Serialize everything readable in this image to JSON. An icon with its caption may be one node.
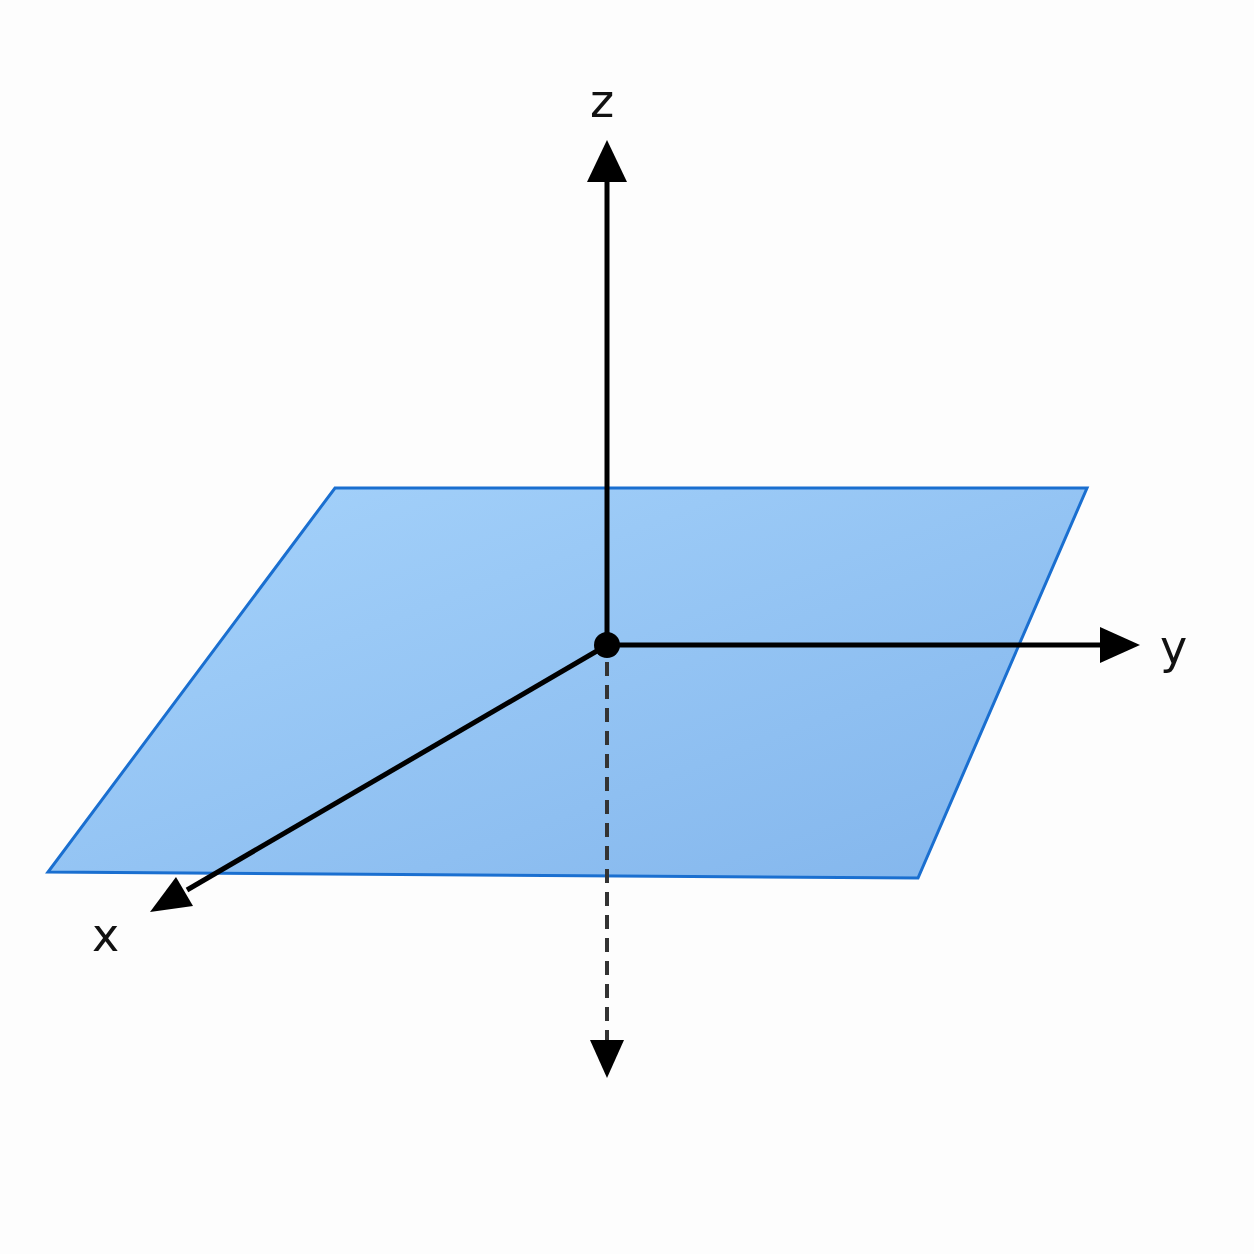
{
  "diagram": {
    "labels": [
      "z",
      "y",
      "x"
    ]
  }
}
